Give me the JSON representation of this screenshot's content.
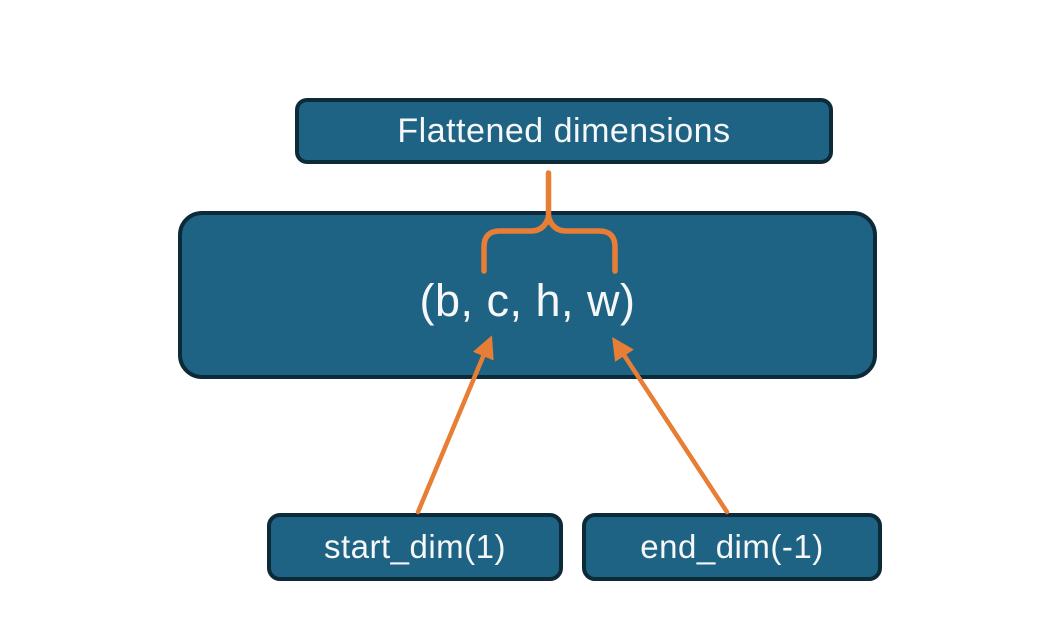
{
  "diagram": {
    "title_node": {
      "label": "Flattened dimensions"
    },
    "tensor_node": {
      "label": "(b, c, h, w)"
    },
    "param_nodes": [
      {
        "label": "start_dim(1)"
      },
      {
        "label": "end_dim(-1)"
      }
    ],
    "connectors": [
      {
        "type": "brace",
        "from": "title_node",
        "to": "tensor_node dims c..w"
      },
      {
        "type": "arrow",
        "from": "start_dim(1)",
        "to": "dim c"
      },
      {
        "type": "arrow",
        "from": "end_dim(-1)",
        "to": "dim w"
      }
    ],
    "colors": {
      "node_fill": "#1f6384",
      "node_border": "#0d2a38",
      "text": "#f5f7f8",
      "connector": "#e87e35",
      "background": "#ffffff"
    }
  }
}
